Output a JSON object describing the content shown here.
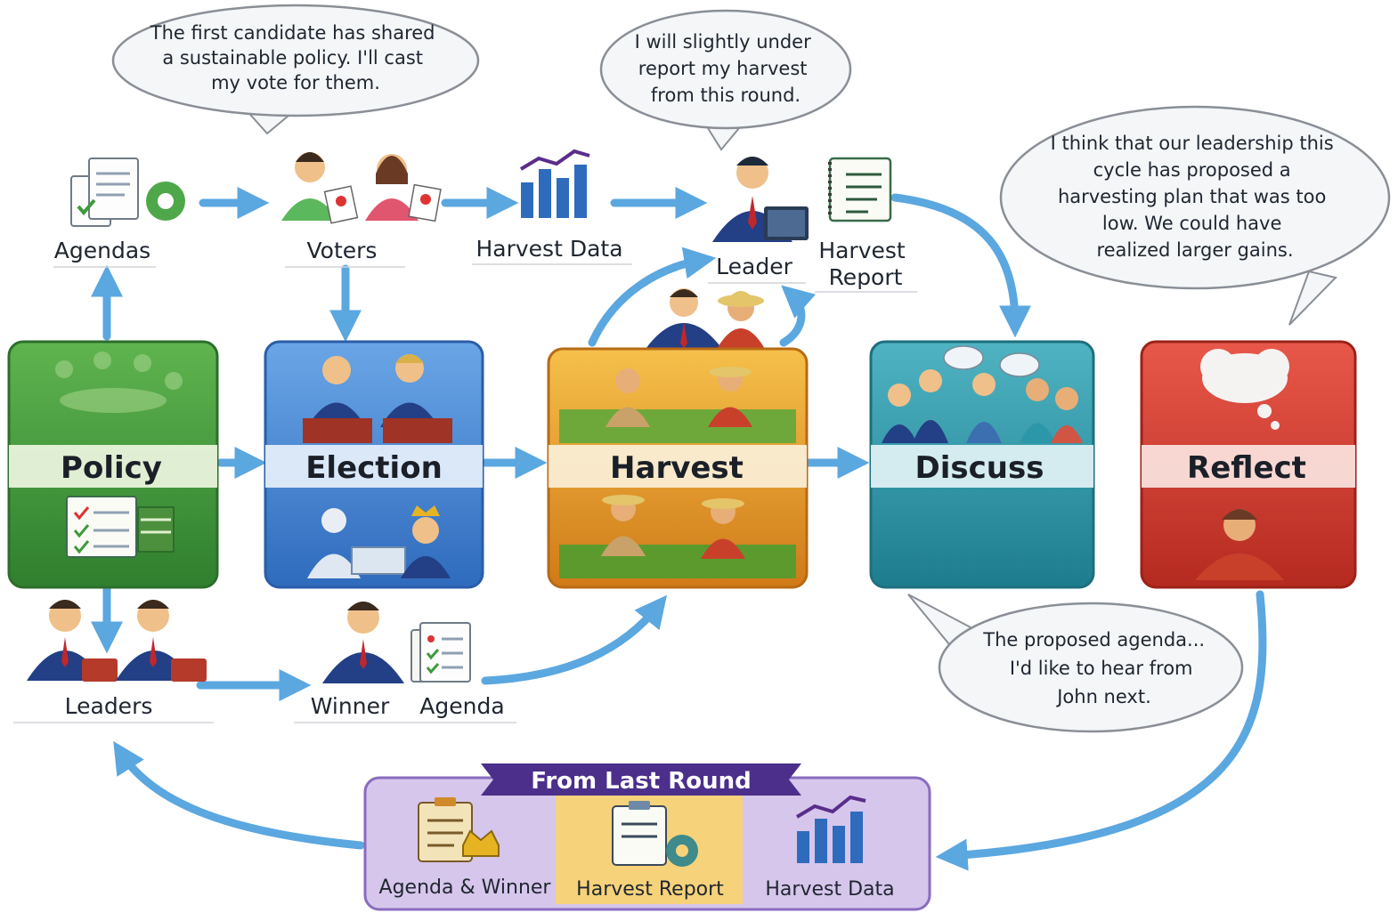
{
  "phases": [
    {
      "id": "policy",
      "label": "Policy",
      "color": "#3e9a3c"
    },
    {
      "id": "election",
      "label": "Election",
      "color": "#3f7fce"
    },
    {
      "id": "harvest",
      "label": "Harvest",
      "color": "#e89b22"
    },
    {
      "id": "discuss",
      "label": "Discuss",
      "color": "#2b97a8"
    },
    {
      "id": "reflect",
      "label": "Reflect",
      "color": "#d83a2e"
    }
  ],
  "labels": {
    "agendas": "Agendas",
    "voters": "Voters",
    "harvest_data": "Harvest Data",
    "leader": "Leader",
    "harvest_report_1": "Harvest",
    "harvest_report_2": "Report",
    "leaders": "Leaders",
    "winner": "Winner",
    "agenda": "Agenda"
  },
  "bubbles": {
    "voter": [
      "The first candidate has shared",
      "a sustainable policy. I'll cast",
      "my vote for them."
    ],
    "leader": [
      "I will slightly under",
      "report my harvest",
      "from this round."
    ],
    "reflect": [
      "I think that our leadership this",
      "cycle has proposed a",
      "harvesting plan that was too",
      "low. We could have",
      "realized larger gains."
    ],
    "discuss": [
      "The proposed agenda...",
      "I'd like to hear from",
      "John next."
    ]
  },
  "from_last_round": {
    "title": "From Last Round",
    "items": [
      {
        "label": "Agenda & Winner",
        "icon": "clipboard-crown-icon"
      },
      {
        "label": "Harvest Report",
        "icon": "clipboard-gear-icon"
      },
      {
        "label": "Harvest Data",
        "icon": "bar-chart-icon"
      }
    ]
  },
  "colors": {
    "arrow": "#5ba7e0",
    "tray": "#c9b6e4",
    "banner": "#4b2f8a"
  }
}
